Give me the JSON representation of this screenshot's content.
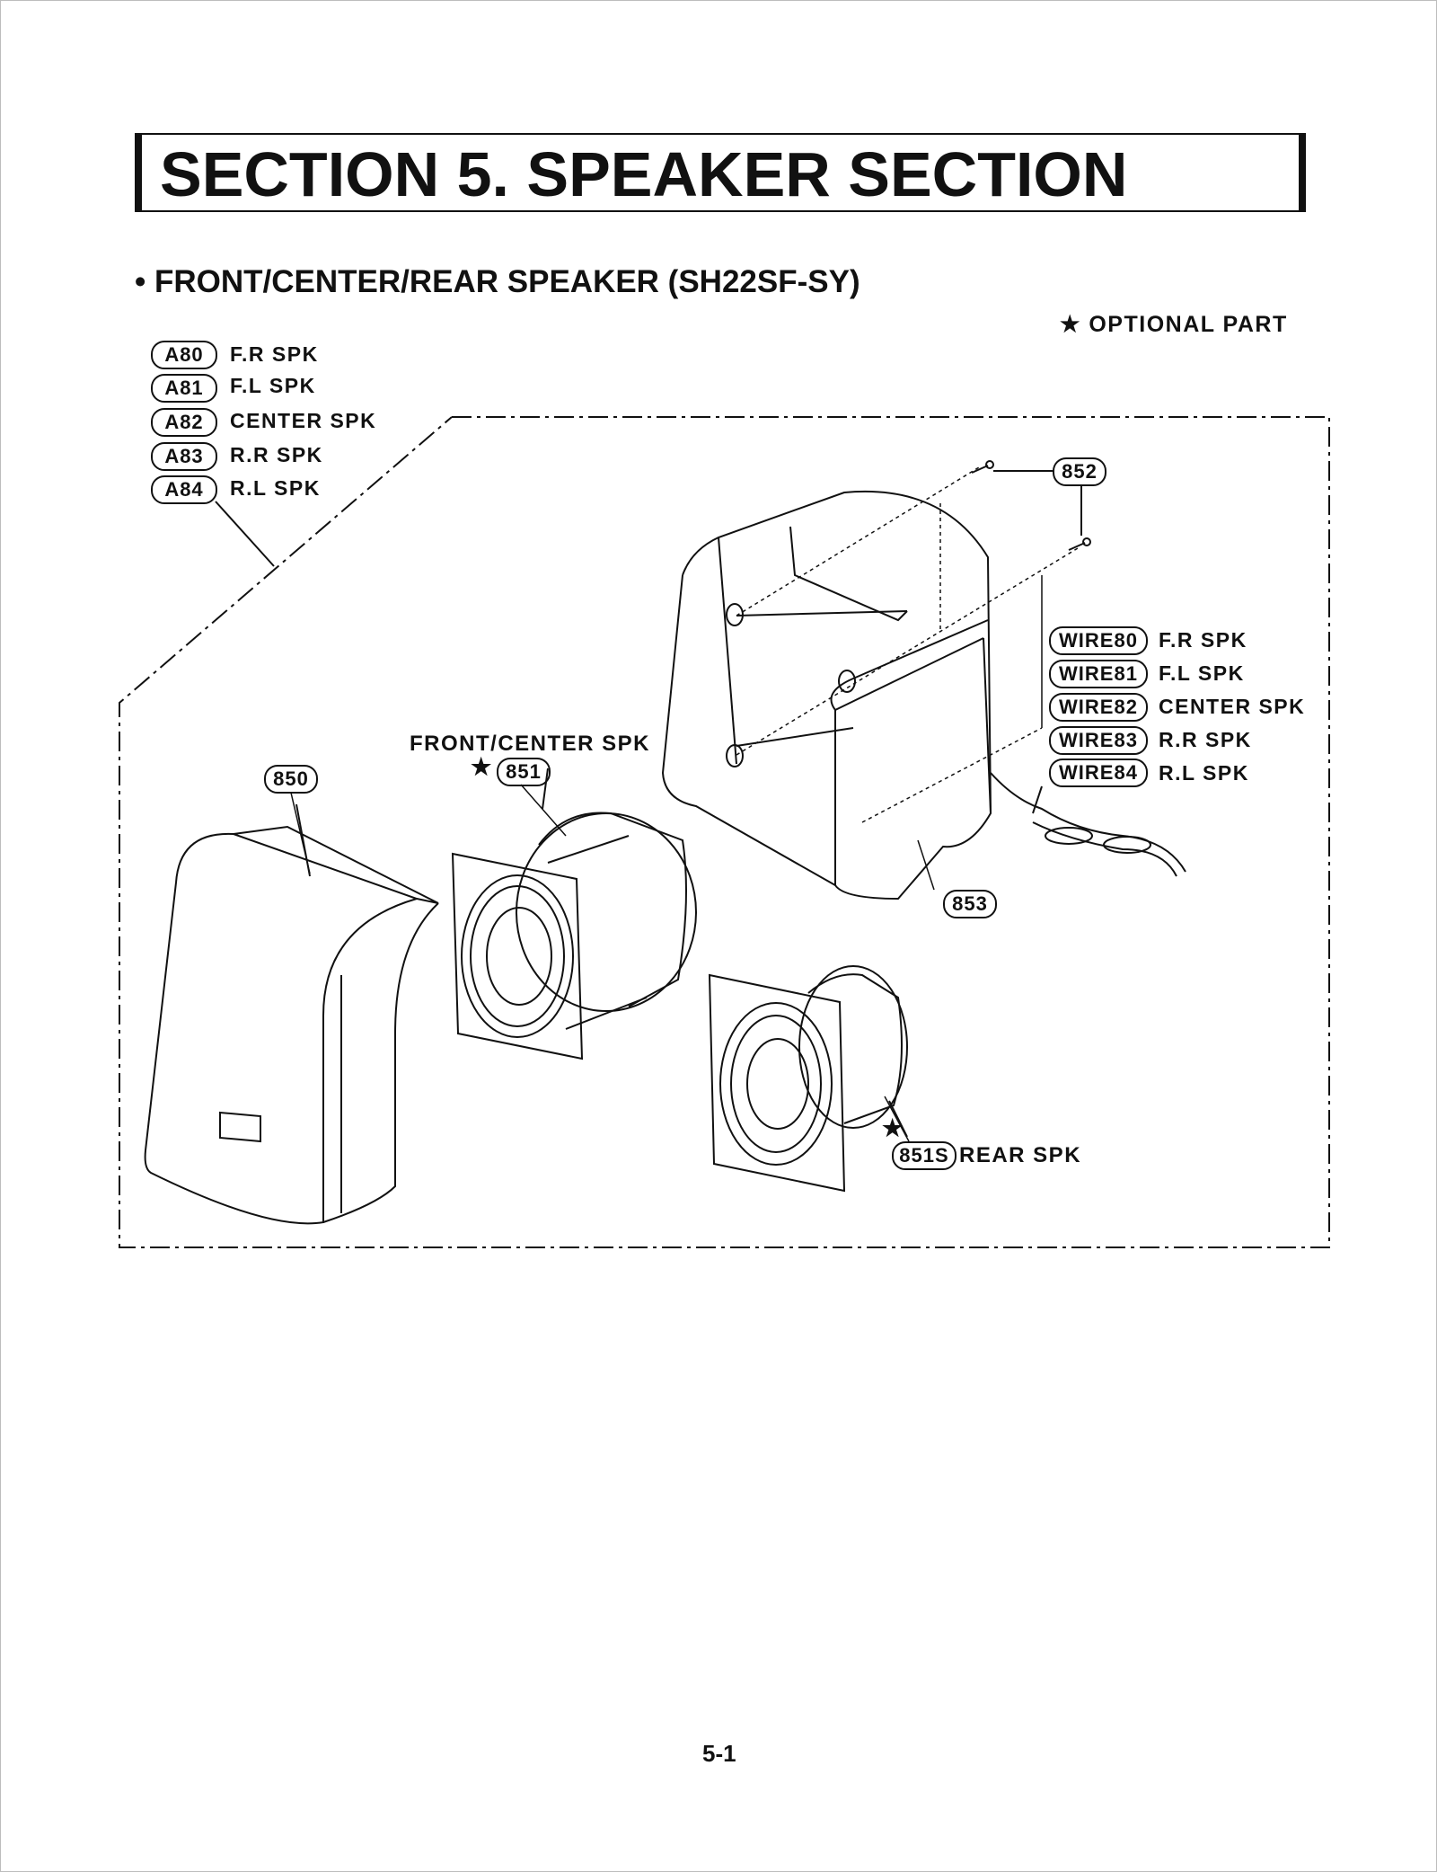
{
  "section_title": "SECTION 5. SPEAKER SECTION",
  "subtitle": "• FRONT/CENTER/REAR SPEAKER (SH22SF-SY)",
  "optional_note": "★ OPTIONAL PART",
  "connector_legend": [
    {
      "code": "A80",
      "label": "F.R SPK"
    },
    {
      "code": "A81",
      "label": "F.L SPK"
    },
    {
      "code": "A82",
      "label": "CENTER SPK"
    },
    {
      "code": "A83",
      "label": "R.R SPK"
    },
    {
      "code": "A84",
      "label": "R.L SPK"
    }
  ],
  "wire_legend": [
    {
      "code": "WIRE80",
      "label": "F.R SPK"
    },
    {
      "code": "WIRE81",
      "label": "F.L SPK"
    },
    {
      "code": "WIRE82",
      "label": "CENTER SPK"
    },
    {
      "code": "WIRE83",
      "label": "R.R SPK"
    },
    {
      "code": "WIRE84",
      "label": "R.L SPK"
    }
  ],
  "parts": {
    "p850": "850",
    "p851": "851",
    "p851s": "851S",
    "p852": "852",
    "p853": "853"
  },
  "labels": {
    "front_center_spk": "FRONT/CENTER SPK",
    "rear_spk": "REAR SPK",
    "star": "★"
  },
  "page_number": "5-1"
}
